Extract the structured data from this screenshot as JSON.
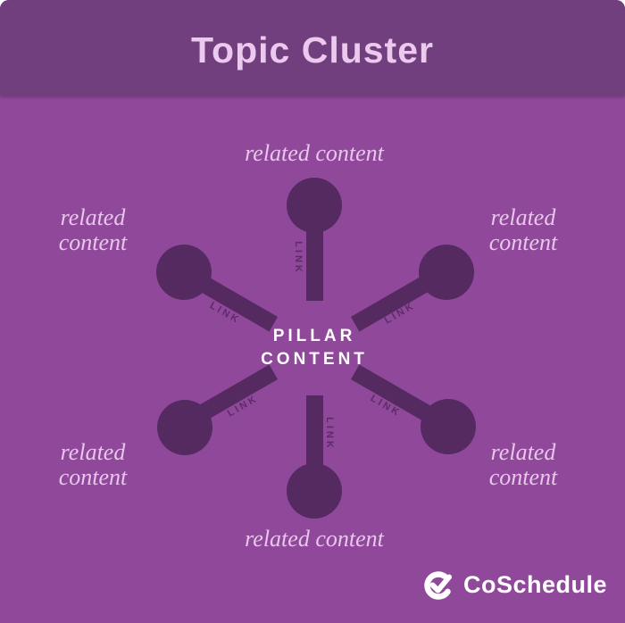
{
  "header": {
    "title": "Topic Cluster"
  },
  "diagram": {
    "center": {
      "line1": "PILLAR",
      "line2": "CONTENT"
    },
    "spokes": [
      {
        "position": "top",
        "link": "LINK",
        "label": "related content"
      },
      {
        "position": "upper-right",
        "link": "LINK",
        "label": "related content"
      },
      {
        "position": "lower-right",
        "link": "LINK",
        "label": "related content"
      },
      {
        "position": "bottom",
        "link": "LINK",
        "label": "related content"
      },
      {
        "position": "lower-left",
        "link": "LINK",
        "label": "related content"
      },
      {
        "position": "upper-left",
        "link": "LINK",
        "label": "related content"
      }
    ]
  },
  "logo": {
    "name": "CoSchedule"
  },
  "colors": {
    "background": "#90489a",
    "header_band": "#713e7e",
    "node_dark": "#542a60",
    "link_text": "#5b2d66",
    "light_text": "#e9c6ec",
    "title_text": "#ecc9ee",
    "center_text": "#ffffff"
  }
}
